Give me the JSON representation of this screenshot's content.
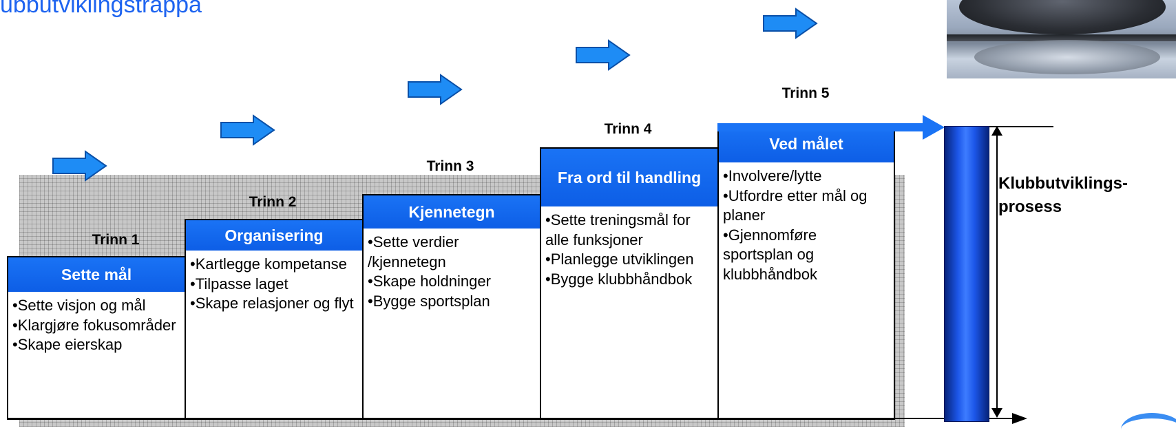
{
  "title": "ubbutviklingstrappa",
  "side_label": "Klubbutviklings-\nprosess",
  "colors": {
    "title": "#1e64f0",
    "header_blue": "#1a73f5",
    "arrow_blue": "#1e8cf5",
    "cylinder": "#1c56e8"
  },
  "steps": [
    {
      "trinn": "Trinn 1",
      "header": "Sette mål",
      "bullets": [
        "•Sette visjon og mål",
        "•Klargjøre fokusområder",
        "•Skape eierskap"
      ]
    },
    {
      "trinn": "Trinn 2",
      "header": "Organisering",
      "bullets": [
        "•Kartlegge kompetanse",
        "•Tilpasse laget",
        "•Skape relasjoner og flyt"
      ]
    },
    {
      "trinn": "Trinn 3",
      "header": "Kjennetegn",
      "bullets": [
        "•Sette verdier /kjennetegn",
        "•Skape holdninger",
        "•Bygge sportsplan"
      ]
    },
    {
      "trinn": "Trinn 4",
      "header": "Fra ord til handling",
      "bullets": [
        "•Sette treningsmål for alle funksjoner",
        "•Planlegge utviklingen",
        "•Bygge klubbhåndbok"
      ]
    },
    {
      "trinn": "Trinn 5",
      "header": "Ved målet",
      "bullets": [
        "•Involvere/lytte",
        "•Utfordre etter mål og planer",
        "•Gjennomføre sportsplan og klubbhåndbok"
      ]
    }
  ]
}
